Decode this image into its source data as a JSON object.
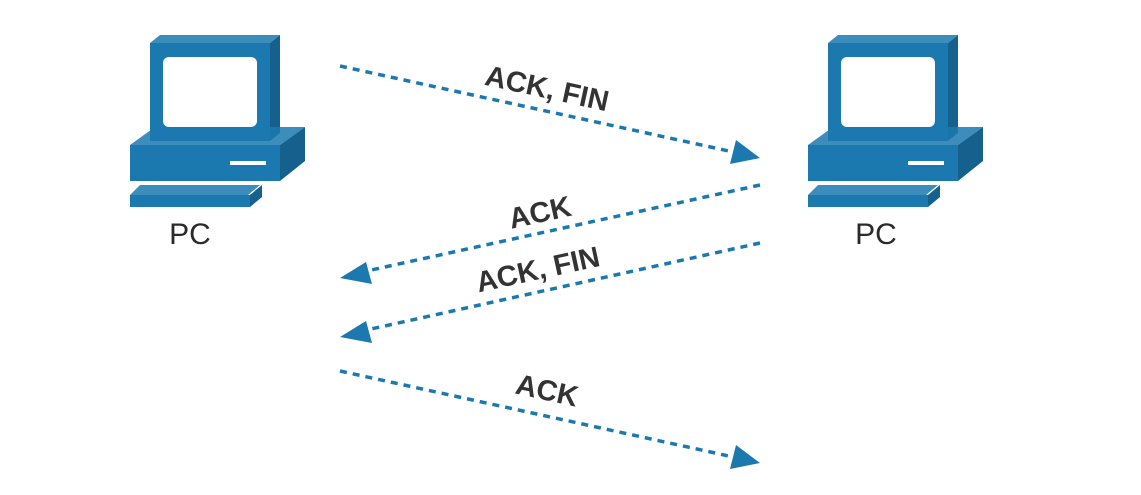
{
  "colors": {
    "device": "#1b79b0",
    "arrow": "#1b79b0",
    "label": "#333333"
  },
  "nodes": [
    {
      "id": "left",
      "label": "PC",
      "icon": "pc-icon"
    },
    {
      "id": "right",
      "label": "PC",
      "icon": "pc-icon"
    }
  ],
  "messages": [
    {
      "label": "ACK, FIN",
      "from": "left",
      "to": "right"
    },
    {
      "label": "ACK",
      "from": "right",
      "to": "left"
    },
    {
      "label": "ACK, FIN",
      "from": "right",
      "to": "left"
    },
    {
      "label": "ACK",
      "from": "left",
      "to": "right"
    }
  ]
}
